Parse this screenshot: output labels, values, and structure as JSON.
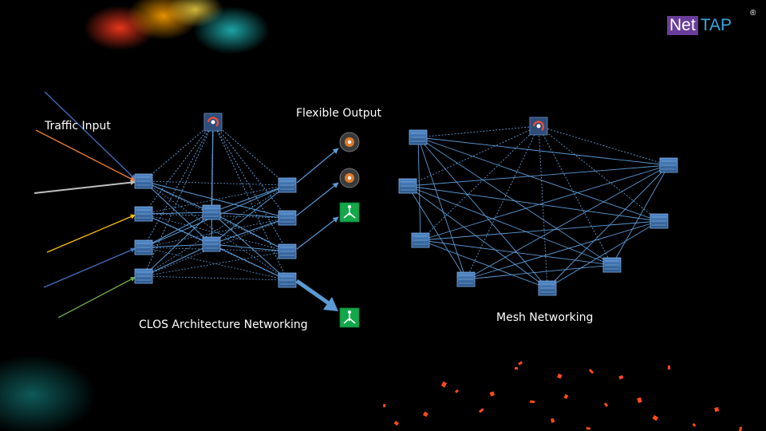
{
  "logo": {
    "part1": "Net",
    "part2": "TAP",
    "mark": "®",
    "colors": {
      "net_bg": "#6a3d9a",
      "tap": "#3aa8e0"
    }
  },
  "labels": {
    "traffic_input": "Traffic Input",
    "flexible_output": "Flexible Output",
    "clos": "CLOS Architecture Networking",
    "mesh": "Mesh Networking"
  },
  "colors": {
    "link": "#5b9bd5",
    "switch": "#3a6ea5",
    "controller": "#e84c3d",
    "output_device": "#e07a2b",
    "output_green": "#12a84a",
    "input_arrows": [
      "#4472c4",
      "#ed7d31",
      "#bfbfbf",
      "#ffc000",
      "#4472c4",
      "#70ad47"
    ]
  },
  "icons": {
    "controller": "refresh-controller-icon",
    "switch": "network-switch-icon",
    "output_device": "monitoring-probe-icon",
    "output_green": "network-hub-icon"
  }
}
